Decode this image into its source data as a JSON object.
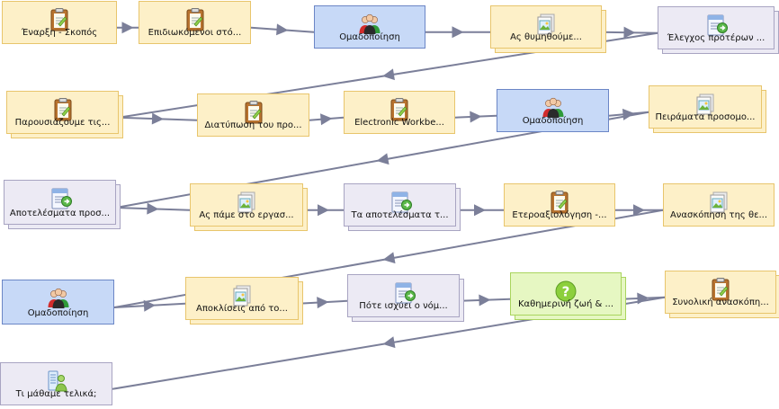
{
  "nodes": [
    {
      "id": "n1",
      "label": "Έναρξη - Σκοπός",
      "type": "yellow",
      "icon": "notepad-icon",
      "stack": false
    },
    {
      "id": "n2",
      "label": "Επιδιωκόμενοι στό...",
      "type": "yellow",
      "icon": "notepad-icon",
      "stack": false
    },
    {
      "id": "n3",
      "label": "Ομαδοποίηση",
      "type": "blue",
      "icon": "group-people-icon",
      "stack": false
    },
    {
      "id": "n4",
      "label": "Ας θυμηθούμε...",
      "type": "yellow",
      "icon": "image-doc-icon",
      "stack": true
    },
    {
      "id": "n5",
      "label": "Έλεγχος προτέρων ...",
      "type": "grey",
      "icon": "doc-arrow-icon",
      "stack": true
    },
    {
      "id": "n6",
      "label": "Παρουσιάζουμε τις...",
      "type": "yellow",
      "icon": "notepad-icon",
      "stack": true
    },
    {
      "id": "n7",
      "label": "Διατύπωση του προ...",
      "type": "yellow",
      "icon": "notepad-icon",
      "stack": false
    },
    {
      "id": "n8",
      "label": "Electronic Workbe...",
      "type": "yellow",
      "icon": "notepad-icon",
      "stack": false
    },
    {
      "id": "n9",
      "label": "Ομαδοποίηση",
      "type": "blue",
      "icon": "group-people-icon",
      "stack": false
    },
    {
      "id": "n10",
      "label": "Πειράματα προσομο...",
      "type": "yellow",
      "icon": "image-doc-icon",
      "stack": true
    },
    {
      "id": "n11",
      "label": "Αποτελέσματα προσ...",
      "type": "grey",
      "icon": "doc-arrow-icon",
      "stack": true
    },
    {
      "id": "n12",
      "label": "Ας πάμε στο εργασ...",
      "type": "yellow",
      "icon": "image-doc-icon",
      "stack": true
    },
    {
      "id": "n13",
      "label": "Τα αποτελέσματα τ...",
      "type": "grey",
      "icon": "doc-arrow-icon",
      "stack": true
    },
    {
      "id": "n14",
      "label": "Ετεροαξιολόγηση -...",
      "type": "yellow",
      "icon": "notepad-icon",
      "stack": false
    },
    {
      "id": "n15",
      "label": "Ανασκόπηση της θε...",
      "type": "yellow",
      "icon": "image-doc-icon",
      "stack": false
    },
    {
      "id": "n16",
      "label": "Ομαδοποίηση",
      "type": "blue",
      "icon": "group-people-icon",
      "stack": false
    },
    {
      "id": "n17",
      "label": "Αποκλίσεις από το...",
      "type": "yellow",
      "icon": "image-doc-icon",
      "stack": true
    },
    {
      "id": "n18",
      "label": "Πότε ισχύει ο νόμ...",
      "type": "grey",
      "icon": "doc-arrow-icon",
      "stack": true
    },
    {
      "id": "n19",
      "label": "Καθημερινή ζωή & ...",
      "type": "green",
      "icon": "question-icon",
      "stack": true
    },
    {
      "id": "n20",
      "label": "Συνολική ανασκόπη...",
      "type": "yellow",
      "icon": "notepad-icon",
      "stack": true
    },
    {
      "id": "n21",
      "label": "Τι μάθαμε τελικά;",
      "type": "grey",
      "icon": "person-board-icon",
      "stack": false
    }
  ],
  "edges": [
    [
      "n1",
      "n2"
    ],
    [
      "n2",
      "n3"
    ],
    [
      "n3",
      "n4"
    ],
    [
      "n4",
      "n5"
    ],
    [
      "n5",
      "n6"
    ],
    [
      "n6",
      "n7"
    ],
    [
      "n7",
      "n8"
    ],
    [
      "n8",
      "n9"
    ],
    [
      "n9",
      "n10"
    ],
    [
      "n10",
      "n11"
    ],
    [
      "n11",
      "n12"
    ],
    [
      "n12",
      "n13"
    ],
    [
      "n13",
      "n14"
    ],
    [
      "n14",
      "n15"
    ],
    [
      "n15",
      "n16"
    ],
    [
      "n16",
      "n17"
    ],
    [
      "n17",
      "n18"
    ],
    [
      "n18",
      "n19"
    ],
    [
      "n19",
      "n20"
    ],
    [
      "n20",
      "n21"
    ]
  ],
  "colors": {
    "edge": "#7b7f99",
    "yellow_fill": "#fdf0c8",
    "yellow_border": "#e8c56c",
    "blue_fill": "#c7d9f7",
    "blue_border": "#6b86c6",
    "grey_fill": "#eceaf4",
    "grey_border": "#a8a4c2",
    "green_fill": "#e6f7c2",
    "green_border": "#a9d45e"
  }
}
